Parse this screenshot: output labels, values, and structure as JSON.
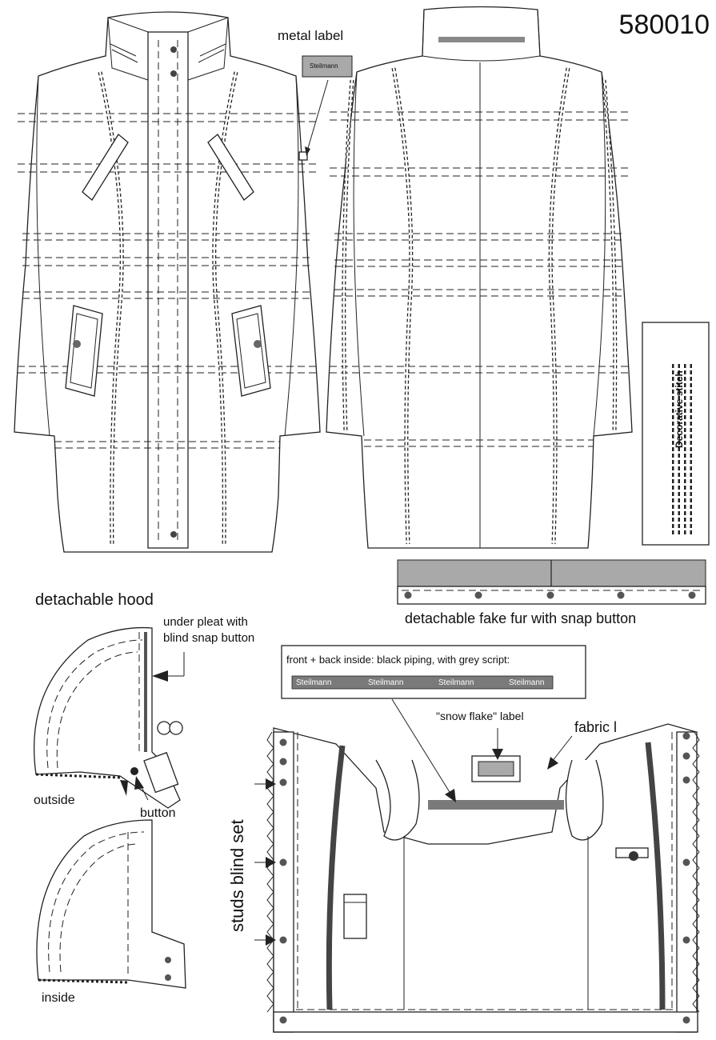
{
  "style_code": "580010",
  "labels": {
    "metal_label": "metal label",
    "metal_label_text": "Steilmann",
    "decorative_stitch": "Decorative stitch",
    "fake_fur": "detachable fake fur with snap button",
    "detachable_hood": "detachable hood",
    "under_pleat": "under pleat with\nblind snap button",
    "outside": "outside",
    "button": "button",
    "inside": "inside",
    "piping_note": "front + back inside: black piping, with grey script:",
    "piping_words": [
      "Steilmann",
      "Steilmann",
      "Steilmann",
      "Steilmann"
    ],
    "snow_flake": "\"snow flake\" label",
    "fabric_label": "fabric l",
    "studs": "studs blind set"
  },
  "colors": {
    "line": "#222222",
    "grey_fill": "#a9a9a9",
    "piping": "#7a7a7a"
  }
}
